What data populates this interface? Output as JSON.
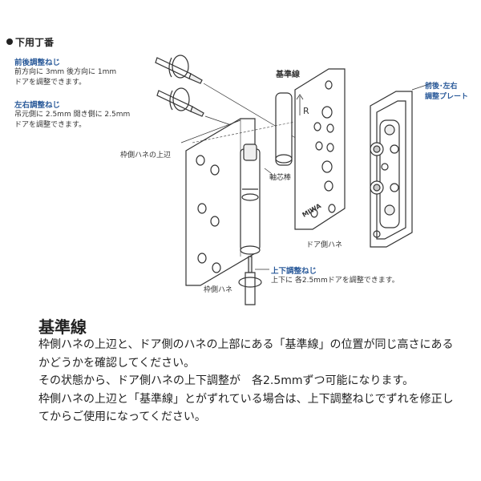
{
  "section_heading": "下用丁番",
  "front_back": {
    "title": "前後調整ねじ",
    "lines": [
      "前方向に 3mm  後方向に 1mm",
      "ドアを調整できます。"
    ]
  },
  "left_right": {
    "title": "左右調整ねじ",
    "lines": [
      "吊元側に 2.5mm  開き側に 2.5mm",
      "ドアを調整できます。"
    ]
  },
  "labels": {
    "reference_line": "基準線",
    "r_mark": "R",
    "frame_top_edge": "枠側ハネの上辺",
    "pin": "軸芯棒",
    "door_leaf": "ドア側ハネ",
    "frame_leaf": "枠側ハネ",
    "plate_line1": "前後･左右",
    "plate_line2": "調整プレート",
    "brand": "MIWA"
  },
  "up_down": {
    "title": "上下調整ねじ",
    "line": "上下に 各2.5mmドアを調整できます。"
  },
  "main": {
    "title": "基準線",
    "paragraphs": [
      "枠側ハネの上辺と、ドア側のハネの上部にある「基準線」の位置が同じ高さにあるかどうかを確認してください。",
      "その状態から、ドア側ハネの上下調整が　各2.5mmずつ可能になります。",
      "枠側ハネの上辺と「基準線」とがずれている場合は、上下調整ねじでずれを修正してからご使用になってください。"
    ]
  },
  "colors": {
    "accent_blue": "#2a5a9a",
    "line": "#333333"
  }
}
